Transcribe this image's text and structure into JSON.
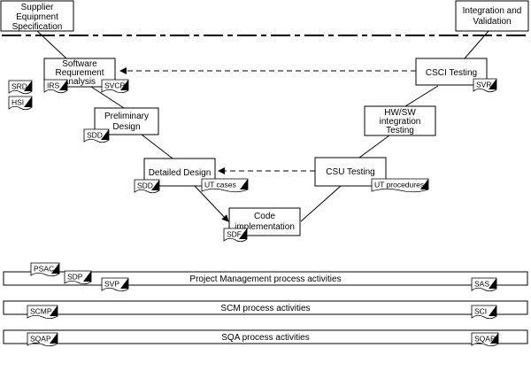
{
  "boxes": {
    "supplier": [
      "Supplier",
      "Equipment",
      "Specification"
    ],
    "integration": [
      "Integration and",
      "Validation"
    ],
    "sw_req": [
      "Software",
      "Requrement",
      "analysis"
    ],
    "csci": [
      "CSCI Testing"
    ],
    "prelim": [
      "Preliminary",
      "Design"
    ],
    "hwsw": [
      "HW/SW",
      "integration",
      "Testing"
    ],
    "detailed": [
      "Detailed Design"
    ],
    "csu": [
      "CSU Testing"
    ],
    "code": [
      "Code",
      "implementation"
    ]
  },
  "documents": {
    "srd": "SRD",
    "hsi": "HSI",
    "irs": "IRS",
    "svcp": "SVCP",
    "svr": "SVR",
    "sdd1": "SDD",
    "sdd2": "SDD",
    "ut_cases": "UT cases",
    "ut_procedures": "UT procedures",
    "sdf": "SDF",
    "psac": "PSAC",
    "sdp": "SDP",
    "svp": "SVP",
    "sas": "SAS",
    "scmp": "SCMP",
    "sci": "SCI",
    "sqap": "SQAP",
    "sqar": "SQAR"
  },
  "processes": {
    "pm": "Project Management process activities",
    "scm": "SCM process activities",
    "sqa": "SQA process activities"
  }
}
